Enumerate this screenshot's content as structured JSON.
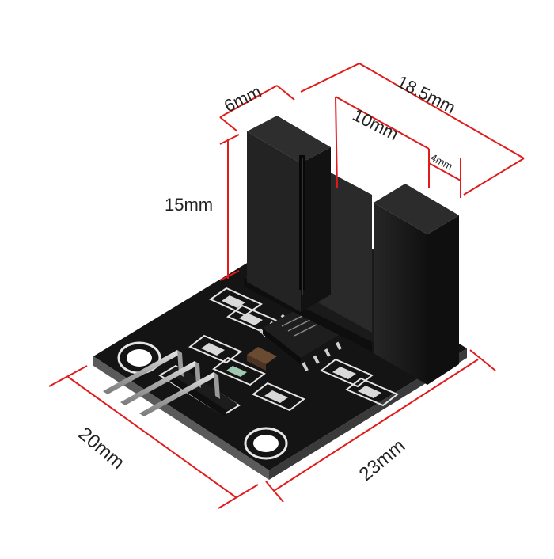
{
  "dimensions": {
    "slot_depth": "6mm",
    "total_length": "18.5mm",
    "slot_width": "10mm",
    "arm_width": "4mm",
    "height": "15mm",
    "board_width": "20mm",
    "board_length": "23mm"
  },
  "colors": {
    "dimension_line": "#e21a1a",
    "board": "#141414",
    "sensor_body": "#1b1b1b",
    "silkscreen": "#e6e6e6",
    "pins": "#bcbcbc"
  }
}
